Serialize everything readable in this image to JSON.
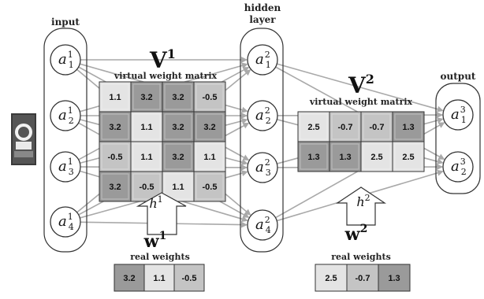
{
  "colors": {
    "cell_dark": "#9a9a9a",
    "cell_mid": "#c4c4c4",
    "cell_light": "#e4e4e4",
    "connection": "#a9a9a9",
    "stroke": "#333333"
  },
  "labels": {
    "input": "input",
    "hidden_line1": "hidden",
    "hidden_line2": "layer",
    "output": "output",
    "virtual_matrix": "virtual weight matrix",
    "real_weights": "real weights"
  },
  "nodes": {
    "input": [
      {
        "base": "a",
        "sup": "1",
        "sub": "1"
      },
      {
        "base": "a",
        "sup": "1",
        "sub": "2"
      },
      {
        "base": "a",
        "sup": "1",
        "sub": "3"
      },
      {
        "base": "a",
        "sup": "1",
        "sub": "4"
      }
    ],
    "hidden": [
      {
        "base": "a",
        "sup": "2",
        "sub": "1"
      },
      {
        "base": "a",
        "sup": "2",
        "sub": "2"
      },
      {
        "base": "a",
        "sup": "2",
        "sub": "3"
      },
      {
        "base": "a",
        "sup": "2",
        "sub": "4"
      }
    ],
    "output": [
      {
        "base": "a",
        "sup": "3",
        "sub": "1"
      },
      {
        "base": "a",
        "sup": "3",
        "sub": "2"
      }
    ]
  },
  "matrix1": {
    "name": "V",
    "sup": "1",
    "cells": [
      [
        {
          "v": "1.1",
          "s": "light"
        },
        {
          "v": "3.2",
          "s": "dark"
        },
        {
          "v": "3.2",
          "s": "dark"
        },
        {
          "v": "-0.5",
          "s": "mid"
        }
      ],
      [
        {
          "v": "3.2",
          "s": "dark"
        },
        {
          "v": "1.1",
          "s": "light"
        },
        {
          "v": "3.2",
          "s": "dark"
        },
        {
          "v": "3.2",
          "s": "dark"
        }
      ],
      [
        {
          "v": "-0.5",
          "s": "mid"
        },
        {
          "v": "1.1",
          "s": "light"
        },
        {
          "v": "3.2",
          "s": "dark"
        },
        {
          "v": "1.1",
          "s": "light"
        }
      ],
      [
        {
          "v": "3.2",
          "s": "dark"
        },
        {
          "v": "-0.5",
          "s": "mid"
        },
        {
          "v": "1.1",
          "s": "light"
        },
        {
          "v": "-0.5",
          "s": "mid"
        }
      ]
    ]
  },
  "matrix2": {
    "name": "V",
    "sup": "2",
    "cells": [
      [
        {
          "v": "2.5",
          "s": "light"
        },
        {
          "v": "-0.7",
          "s": "mid"
        },
        {
          "v": "-0.7",
          "s": "mid"
        },
        {
          "v": "1.3",
          "s": "dark"
        }
      ],
      [
        {
          "v": "1.3",
          "s": "dark"
        },
        {
          "v": "1.3",
          "s": "dark"
        },
        {
          "v": "2.5",
          "s": "light"
        },
        {
          "v": "2.5",
          "s": "light"
        }
      ]
    ]
  },
  "hash1": {
    "base": "h",
    "sup": "1"
  },
  "hash2": {
    "base": "h",
    "sup": "2"
  },
  "weights1": {
    "name": "w",
    "sup": "1",
    "cells": [
      {
        "v": "3.2",
        "s": "dark"
      },
      {
        "v": "1.1",
        "s": "light"
      },
      {
        "v": "-0.5",
        "s": "mid"
      }
    ]
  },
  "weights2": {
    "name": "w",
    "sup": "2",
    "cells": [
      {
        "v": "2.5",
        "s": "light"
      },
      {
        "v": "-0.7",
        "s": "mid"
      },
      {
        "v": "1.3",
        "s": "dark"
      }
    ]
  }
}
